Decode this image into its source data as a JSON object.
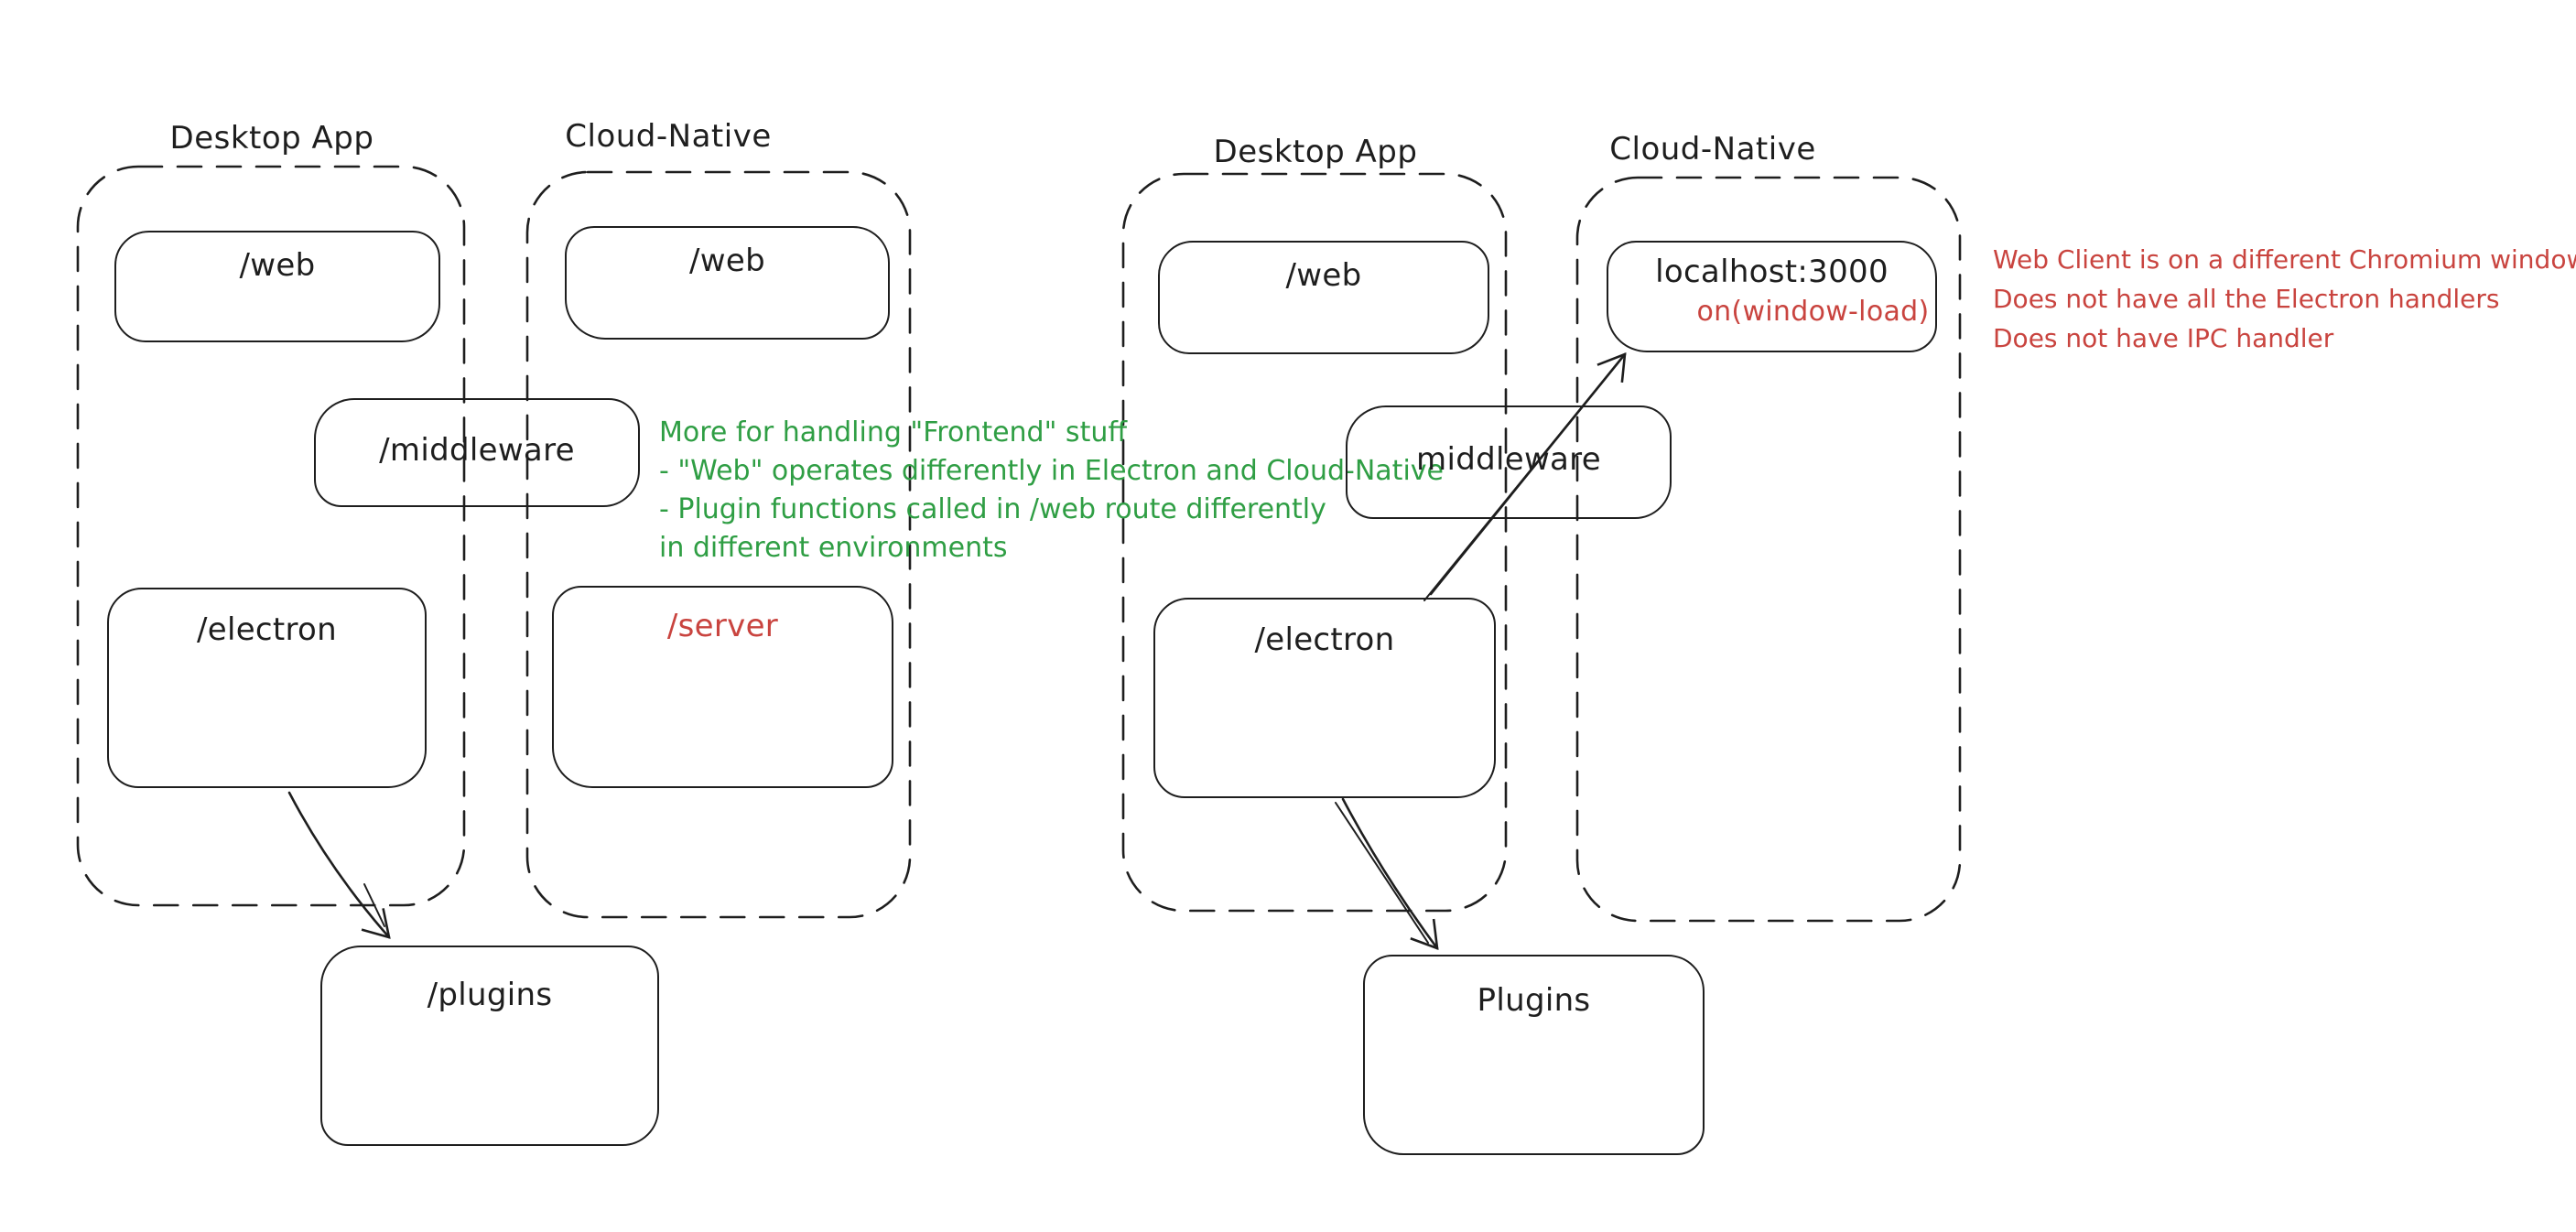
{
  "colors": {
    "ink": "#1e1e1e",
    "red": "#c9443f",
    "green": "#2f9e44",
    "background": "#ffffff"
  },
  "d1": {
    "desktop_title": "Desktop App",
    "cloud_title": "Cloud-Native",
    "web_desktop": "/web",
    "web_cloud": "/web",
    "middleware": "/middleware",
    "electron": "/electron",
    "server": "/server",
    "plugins": "/plugins",
    "note": [
      "More for handling \"Frontend\" stuff",
      "- \"Web\" operates differently in Electron and Cloud-Native",
      "- Plugin functions called in /web route differently",
      "in different environments"
    ]
  },
  "d2": {
    "desktop_title": "Desktop App",
    "cloud_title": "Cloud-Native",
    "web_desktop": "/web",
    "middleware": "middleware",
    "electron": "/electron",
    "localhost": "localhost:3000",
    "window_load": "on(window-load)",
    "plugins": "Plugins",
    "note": [
      "Web Client is on a different Chromium window",
      "Does not have all the Electron handlers",
      "Does not have IPC handler"
    ]
  }
}
